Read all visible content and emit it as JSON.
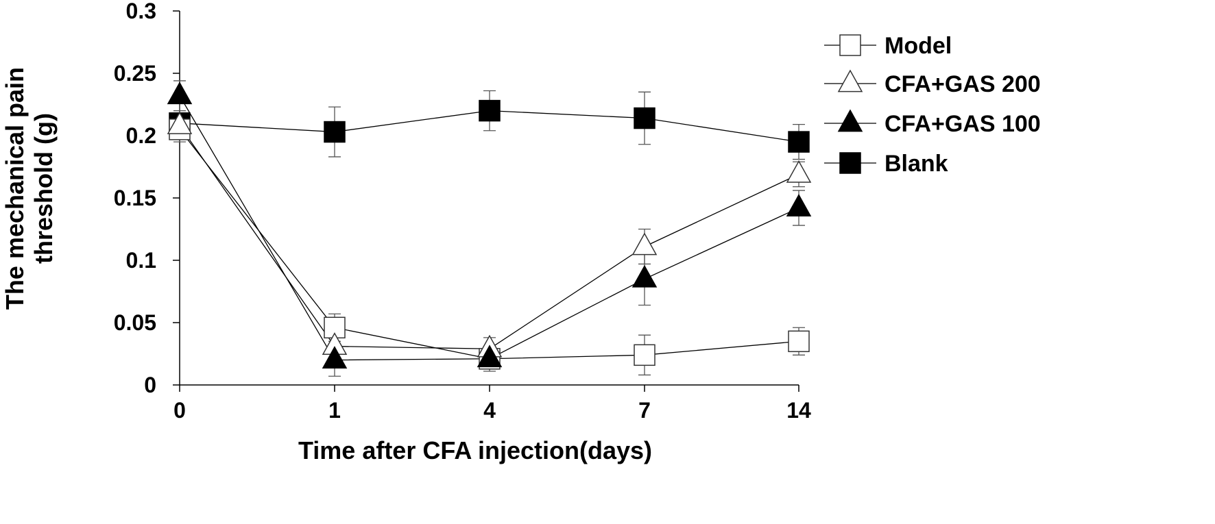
{
  "chart_data": {
    "type": "line",
    "title": "",
    "xlabel": "Time after CFA injection(days)",
    "ylabel": "The mechanical pain threshold (g)",
    "ylabel_lines": [
      "The mechanical pain",
      "threshold (g)"
    ],
    "categories": [
      "0",
      "1",
      "4",
      "7",
      "14"
    ],
    "ylim": [
      0,
      0.3
    ],
    "yticks": [
      0,
      0.05,
      0.1,
      0.15,
      0.2,
      0.25,
      0.3
    ],
    "ytick_labels": [
      "0",
      "0.05",
      "0.1",
      "0.15",
      "0.2",
      "0.25",
      "0.3"
    ],
    "grid": false,
    "legend_position": "top-right",
    "series": [
      {
        "name": "Model",
        "marker": "square-open",
        "values": [
          0.205,
          0.046,
          0.021,
          0.024,
          0.035
        ],
        "errors": [
          0.01,
          0.011,
          0.008,
          0.016,
          0.011
        ]
      },
      {
        "name": "CFA+GAS 200",
        "marker": "triangle-open",
        "values": [
          0.208,
          0.031,
          0.029,
          0.111,
          0.169
        ],
        "errors": [
          0.01,
          0.01,
          0.009,
          0.014,
          0.01
        ]
      },
      {
        "name": "CFA+GAS 100",
        "marker": "triangle-filled",
        "values": [
          0.232,
          0.02,
          0.021,
          0.085,
          0.142
        ],
        "errors": [
          0.012,
          0.013,
          0.01,
          0.021,
          0.014
        ]
      },
      {
        "name": "Blank",
        "marker": "square-filled",
        "values": [
          0.21,
          0.203,
          0.22,
          0.214,
          0.195
        ],
        "errors": [
          0.01,
          0.02,
          0.016,
          0.021,
          0.014
        ]
      }
    ]
  },
  "colors": {
    "marker_fill_open": "#ffffff",
    "marker_fill_filled": "#000000",
    "line": "#000000",
    "error_bar": "#555555"
  }
}
